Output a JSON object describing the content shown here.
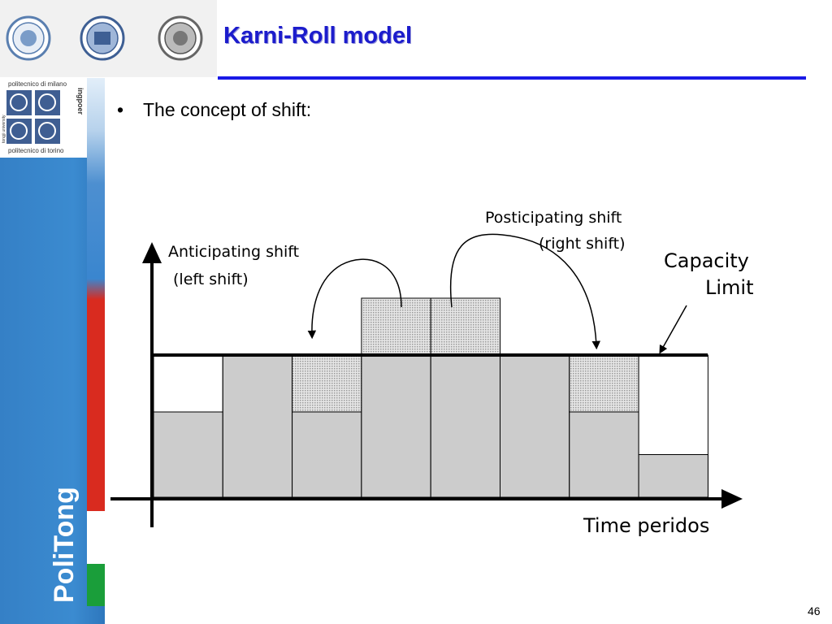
{
  "slide": {
    "title": "Karni-Roll model",
    "bullet_symbol": "•",
    "bullet_text": "The concept of shift:",
    "page_number": "46"
  },
  "sidebar": {
    "brand": "PoliTong",
    "logo_texts": [
      "politecnico di milano",
      "tongji university",
      "politecnico di torino",
      "ingpoer"
    ]
  },
  "diagram": {
    "anticipating_line1": "Anticipating shift",
    "anticipating_line2": "(left shift)",
    "posticipating_line1": "Posticipating shift",
    "posticipating_line2": "(right shift)",
    "capacity_line1": "Capacity",
    "capacity_line2": "Limit",
    "x_axis_label": "Time peridos",
    "capacity_level": 1.0,
    "periods": [
      {
        "base": 0.6,
        "shifted_in": 0.0,
        "excess": 0.0
      },
      {
        "base": 1.0,
        "shifted_in": 0.0,
        "excess": 0.0
      },
      {
        "base": 0.6,
        "shifted_in": 0.4,
        "excess": 0.0
      },
      {
        "base": 1.0,
        "shifted_in": 0.0,
        "excess": 0.4
      },
      {
        "base": 1.0,
        "shifted_in": 0.0,
        "excess": 0.4
      },
      {
        "base": 1.0,
        "shifted_in": 0.0,
        "excess": 0.0
      },
      {
        "base": 0.6,
        "shifted_in": 0.4,
        "excess": 0.0
      },
      {
        "base": 0.3,
        "shifted_in": 0.0,
        "excess": 0.0
      }
    ]
  },
  "colors": {
    "title": "#1c1ccc",
    "rule": "#1a1ae6",
    "bar_fill": "#cccccc",
    "hatch": "#bdbdbd"
  }
}
